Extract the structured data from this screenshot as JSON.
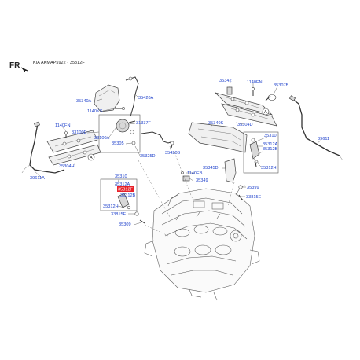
{
  "header": {
    "orientation": "FR",
    "title": "KIA AKMAP5922 - 35312F"
  },
  "refs": {
    "ref_a": "A"
  },
  "callouts": {
    "l35342": "35342",
    "l1140fn_r": "1140FN",
    "l35307b": "35307B",
    "l35340a": "35340A",
    "l35420a": "35420A",
    "l1140ks": "1140KS",
    "l31337f": "31337F",
    "l35340s": "35340S",
    "l35304d": "35304D",
    "l1140fn_l": "1140FN",
    "l33100d": "33100D",
    "l33100a": "33100A",
    "l35305": "35305",
    "l35420b": "35420B",
    "l35310_r": "35310",
    "l39611_r": "39611",
    "l35312a_r": "35312A",
    "l35312b_r": "35312B",
    "l35304h": "35304H",
    "l35325d": "35325D",
    "l35312h_r": "35312H",
    "l39611a": "39611A",
    "l35310_l": "35310",
    "l35345d": "35345D",
    "l1140eb": "1140EB",
    "l35349": "35349",
    "l35312a_l": "35312A",
    "l35312f": "35312F",
    "l35399": "35399",
    "l35312b_l": "35312B",
    "l35312h_l": "35312H",
    "l33815e_l": "33815E",
    "l33815e_r": "33815E",
    "l35309": "35309"
  }
}
